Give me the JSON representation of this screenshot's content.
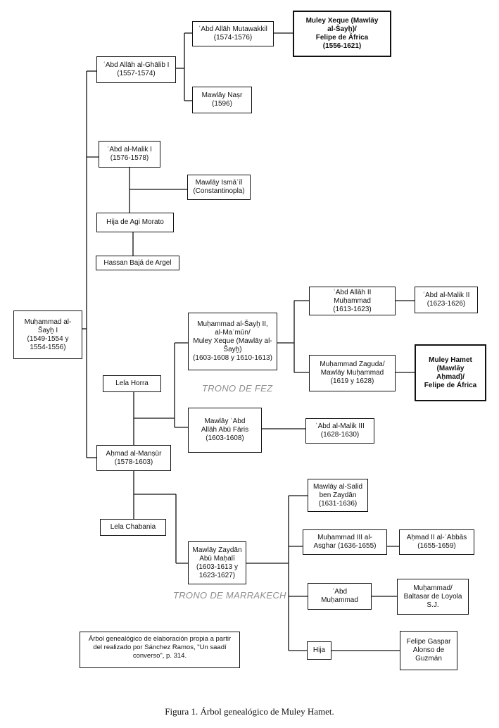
{
  "nodes": {
    "muhammad_al_sayh_i": {
      "name": "Muḥammad al-\nŠayḫ I",
      "dates": "(1549-1554 y\n1554-1556)"
    },
    "abd_allah_al_ghalib": {
      "name": "ʿAbd Allāh al-Ghālib I",
      "dates": "(1557-1574)"
    },
    "abd_allah_mutawakkil": {
      "name": "ʿAbd Allāh Mutawakkil",
      "dates": "(1574-1576)"
    },
    "muley_xeque_felipe": {
      "name": "Muley Xeque (Mawlāy\nal-Šayḫ)/\nFelipe de África",
      "dates": "(1556-1621)"
    },
    "mawlay_nasr": {
      "name": "Mawlāy Naṣr",
      "dates": "(1596)"
    },
    "abd_al_malik_i": {
      "name": "ʿAbd al-Malik I",
      "dates": "(1576-1578)"
    },
    "mawlay_ismail": {
      "name": "Mawlāy Ismāʿīl",
      "dates": "(Constantinopla)"
    },
    "hija_agi_morato": {
      "name": "Hija de Agi Morato",
      "dates": ""
    },
    "hassan_baja": {
      "name": "Hassan Bajá de Argel",
      "dates": ""
    },
    "muhammad_al_sayh_ii": {
      "name": "Muḥammad al-Šayḫ II,\nal-Maʾmūn/\nMuley Xeque (Mawlāy al-\nŠayḫ)",
      "dates": "(1603-1608 y 1610-1613)"
    },
    "abd_allah_ii": {
      "name": "ʿAbd Allāh II\nMuḥammad",
      "dates": "(1613-1623)"
    },
    "abd_al_malik_ii": {
      "name": "ʿAbd al-Malik II",
      "dates": "(1623-1626)"
    },
    "muhammad_zaguda": {
      "name": "Muḥammad Zaguda/\nMawlāy Muḥammad",
      "dates": "(1619 y 1628)"
    },
    "muley_hamet": {
      "name": "Muley Hamet\n(Mawlāy\nAḥmad)/\nFelipe de África",
      "dates": ""
    },
    "lela_horra": {
      "name": "Lela Horra",
      "dates": ""
    },
    "mawlay_abd_allah_abu_faris": {
      "name": "Mawlāy ʿAbd\nAllāh Abū Fāris",
      "dates": "(1603-1608)"
    },
    "abd_al_malik_iii": {
      "name": "ʿAbd al-Malik III",
      "dates": "(1628-1630)"
    },
    "ahmad_al_mansur": {
      "name": "Aḥmad al-Manṣūr",
      "dates": "(1578-1603)"
    },
    "lela_chabania": {
      "name": "Lela Chabania",
      "dates": ""
    },
    "mawlay_zaydan": {
      "name": "Mawlāy Zaydān\nAbū Maḥalī",
      "dates": "(1603-1613 y\n1623-1627)"
    },
    "mawlay_al_salid": {
      "name": "Mawlāy al-Salid\nben Zaydān",
      "dates": "(1631-1636)"
    },
    "muhammad_iii": {
      "name": "Muḥammad III al-\nAsghar (1636-1655)",
      "dates": ""
    },
    "ahmad_ii": {
      "name": "Aḥmad II al-ʿAbbās",
      "dates": "(1655-1659)"
    },
    "abd_muhammad": {
      "name": "ʿAbd\nMuḥammad",
      "dates": ""
    },
    "muhammad_baltasar": {
      "name": "Muḥammad/\nBaltasar de Loyola\nS.J.",
      "dates": ""
    },
    "hija": {
      "name": "Hija",
      "dates": ""
    },
    "felipe_gaspar": {
      "name": "Felipe Gaspar\nAlonso de\nGuzmán",
      "dates": ""
    }
  },
  "sections": {
    "fez": "TRONO DE FEZ",
    "marrakech": "TRONO DE MARRAKECH"
  },
  "note": "Árbol genealógico de elaboración propia a partir del realizado por Sánchez Ramos, \"Un saadí converso\", p. 314.",
  "caption": "Figura 1. Árbol genealógico de Muley Hamet."
}
